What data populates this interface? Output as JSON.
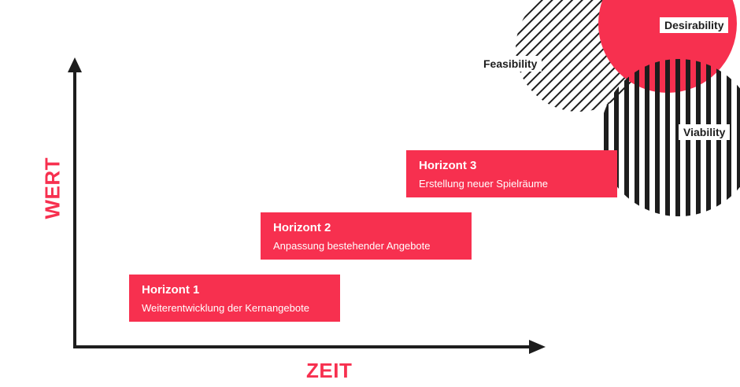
{
  "axes": {
    "y_label": "WERT",
    "x_label": "ZEIT"
  },
  "horizons": [
    {
      "title": "Horizont 1",
      "description": "Weiterentwicklung der Kernangebote"
    },
    {
      "title": "Horizont 2",
      "description": "Anpassung bestehender Angebote"
    },
    {
      "title": "Horizont 3",
      "description": "Erstellung neuer Spielräume"
    }
  ],
  "venn": {
    "feasibility": "Feasibility",
    "desirability": "Desirability",
    "viability": "Viability"
  },
  "colors": {
    "accent": "#f7304f",
    "ink": "#1d1d1d",
    "background": "#ffffff"
  }
}
